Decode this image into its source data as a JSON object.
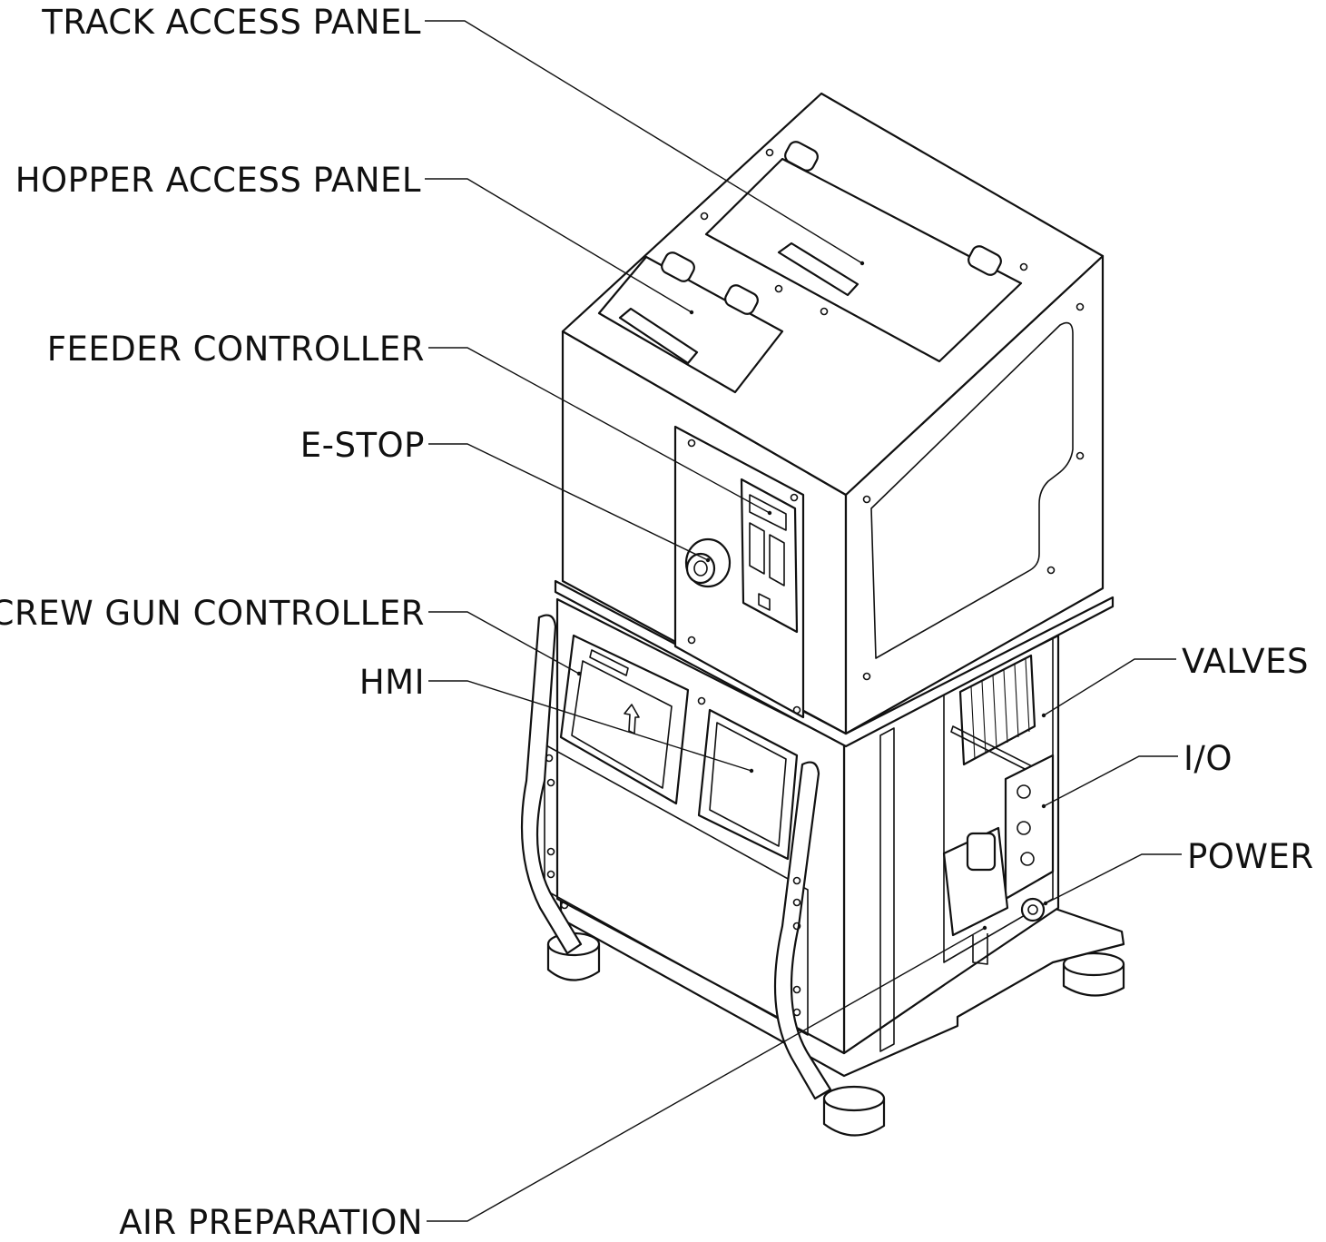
{
  "labels": {
    "track_access_panel": "TRACK ACCESS PANEL",
    "hopper_access_panel": "HOPPER ACCESS PANEL",
    "feeder_controller": "FEEDER CONTROLLER",
    "e_stop": "E-STOP",
    "screw_gun_controller": "SCREW GUN CONTROLLER",
    "hmi": "HMI",
    "valves": "VALVES",
    "io": "I/O",
    "power": "POWER",
    "air_preparation": "AIR PREPARATION"
  },
  "colors": {
    "line": "#111111",
    "background": "#ffffff"
  }
}
